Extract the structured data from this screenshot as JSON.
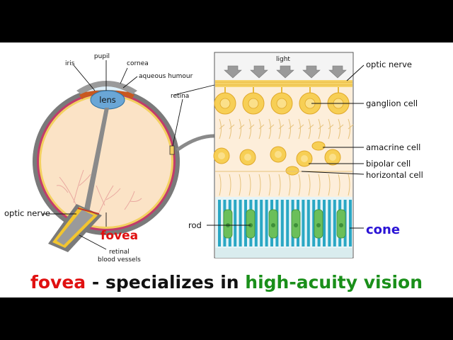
{
  "labels": {
    "pupil": "pupil",
    "iris": "iris",
    "cornea": "cornea",
    "aqueous": "aqueous humour",
    "lens": "lens",
    "retina": "retina",
    "optic_nerve_left": "optic nerve",
    "fovea": "fovea",
    "retinal_1": "retinal",
    "retinal_2": "blood vessels",
    "light": "light",
    "optic_nerve_right": "optic nerve",
    "ganglion": "ganglion cell",
    "amacrine": "amacrine cell",
    "bipolar": "bipolar cell",
    "horizontal": "horizontal cell",
    "rod": "rod",
    "cone": "cone"
  },
  "caption": {
    "term": "fovea",
    "dash": " - specializes in ",
    "highlight": "high-acuity vision"
  },
  "colors": {
    "fovea_red": "#e01010",
    "cone_blue": "#2b14d6",
    "vision_green": "#1a8f1a",
    "letterbox": "#000000",
    "eye_interior": "#fbe3c6",
    "sclera": "#7a7a7a",
    "lens_blue": "#6aa6d6",
    "retina_yellow": "#f5c93b",
    "rod_green": "#6bbf5a",
    "cone_teal": "#2aa7c4"
  }
}
